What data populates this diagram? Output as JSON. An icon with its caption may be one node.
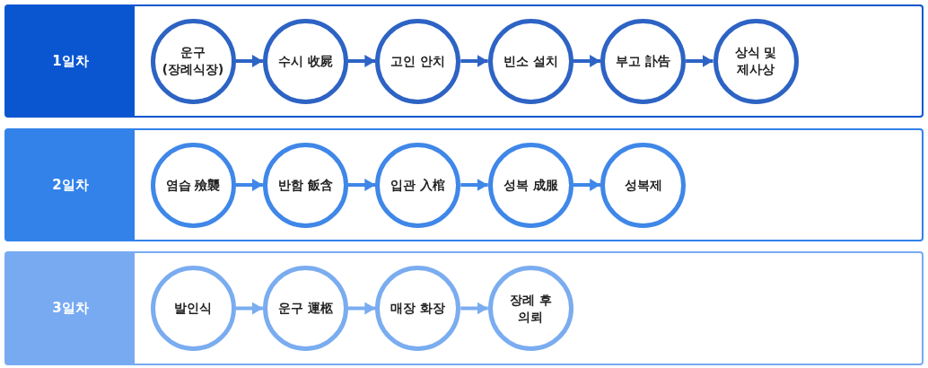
{
  "diagram": {
    "nodes": [
      {
        "text": [
          "1일차"
        ]
      },
      {
        "text": [
          "운구 (장례식장)"
        ],
        "in": 0
      },
      {
        "text": [
          "수시 收屍"
        ],
        "in": 0
      },
      {
        "text": [
          "고인 안치"
        ],
        "in": 0
      },
      {
        "text": [
          "빈소 설치"
        ],
        "in": 0
      },
      {
        "text": [
          "부고 訃告"
        ],
        "in": 0
      },
      {
        "text": [
          "상식 및 제사상"
        ],
        "in": 0
      },
      {
        "text": [
          "2일차"
        ]
      },
      {
        "text": [
          "염습 殮襲"
        ],
        "in": 7
      },
      {
        "text": [
          "반함 飯含"
        ],
        "in": 7
      },
      {
        "text": [
          "입관 入棺"
        ],
        "in": 7
      },
      {
        "text": [
          "성복 成服"
        ],
        "in": 7
      },
      {
        "text": [
          "성복제"
        ],
        "in": 7
      },
      {
        "text": [
          "3일차"
        ]
      },
      {
        "text": [
          "발인식"
        ],
        "in": 13
      },
      {
        "text": [
          "운구 運柩"
        ],
        "in": 13
      },
      {
        "text": [
          "매장 화장"
        ],
        "in": 13
      },
      {
        "text": [
          "장례 후 의뢰"
        ],
        "in": 13
      }
    ],
    "edges": [
      {
        "from": 1,
        "to": 2,
        "arrow": "to"
      },
      {
        "from": 2,
        "to": 3,
        "arrow": "to"
      },
      {
        "from": 3,
        "to": 4,
        "arrow": "to"
      },
      {
        "from": 4,
        "to": 5,
        "arrow": "to"
      },
      {
        "from": 5,
        "to": 6,
        "arrow": "to"
      },
      {
        "from": 8,
        "to": 9,
        "arrow": "to",
        "color": "#3f87e8"
      },
      {
        "from": 9,
        "to": 10,
        "arrow": "to",
        "color": "#3f87e8"
      },
      {
        "from": 10,
        "to": 11,
        "arrow": "to",
        "color": "#3f87e8"
      },
      {
        "from": 11,
        "to": 12,
        "arrow": "to",
        "color": "#3f87e8"
      },
      {
        "from": 14,
        "to": 15,
        "arrow": "to",
        "color": "#7aacf0"
      },
      {
        "from": 15,
        "to": 16,
        "arrow": "to",
        "color": "#7aacf0"
      },
      {
        "from": 16,
        "to": 17,
        "arrow": "to",
        "color": "#7aacf0"
      }
    ]
  }
}
